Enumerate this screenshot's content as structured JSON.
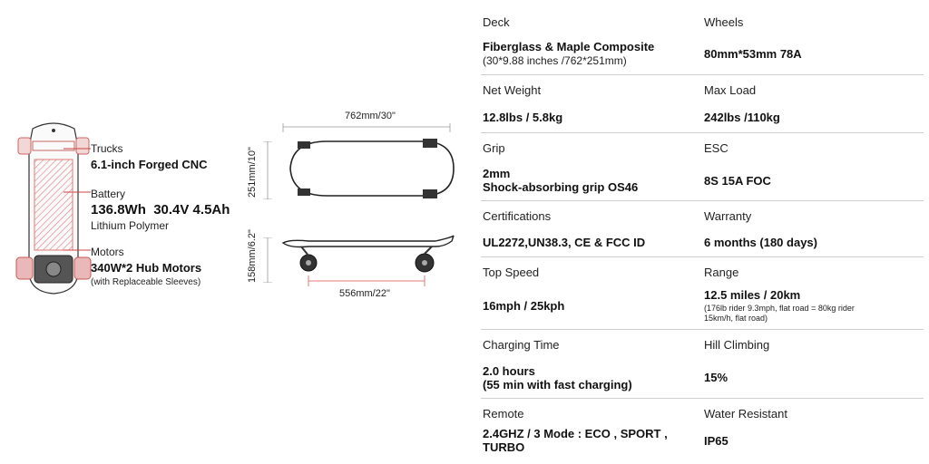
{
  "board_labels": {
    "trucks": {
      "title": "Trucks",
      "value": "6.1-inch Forged CNC"
    },
    "battery": {
      "title": "Battery",
      "value": "136.8Wh  30.4V 4.5Ah",
      "sub": "Lithium Polymer"
    },
    "motors": {
      "title": "Motors",
      "value": "340W*2 Hub Motors",
      "sub": "(with Replaceable Sleeves)"
    }
  },
  "dimensions": {
    "top_length": "762mm/30\"",
    "top_width": "251mm/10\"",
    "side_height": "158mm/6.2\"",
    "wheelbase": "556mm/22\""
  },
  "specs": [
    {
      "left": {
        "label": "Deck",
        "value": "Fiberglass & Maple Composite",
        "sub": "(30*9.88 inches /762*251mm)"
      },
      "right": {
        "label": "Wheels",
        "value": "80mm*53mm 78A"
      }
    },
    {
      "left": {
        "label": "Net Weight",
        "value": "12.8lbs / 5.8kg"
      },
      "right": {
        "label": "Max Load",
        "value": "242lbs /110kg"
      }
    },
    {
      "left": {
        "label": "Grip",
        "value": "2mm",
        "value2": "Shock-absorbing grip OS46"
      },
      "right": {
        "label": "ESC",
        "value": "8S 15A FOC"
      }
    },
    {
      "left": {
        "label": "Certifications",
        "value": "UL2272,UN38.3, CE & FCC ID"
      },
      "right": {
        "label": "Warranty",
        "value": "6 months (180 days)"
      }
    },
    {
      "left": {
        "label": "Top Speed",
        "value": "16mph / 25kph"
      },
      "right": {
        "label": "Range",
        "value": "12.5 miles / 20km",
        "sub": "(176lb rider 9.3mph, flat road = 80kg rider 15km/h, flat road)"
      }
    },
    {
      "left": {
        "label": "Charging Time",
        "value": "2.0 hours",
        "value2": "(55 min with fast charging)"
      },
      "right": {
        "label": "Hill Climbing",
        "value": "15%"
      }
    },
    {
      "left": {
        "label": "Remote",
        "value": "2.4GHZ / 3 Mode : ECO , SPORT , TURBO"
      },
      "right": {
        "label": "Water Resistant",
        "value": "IP65"
      }
    }
  ]
}
